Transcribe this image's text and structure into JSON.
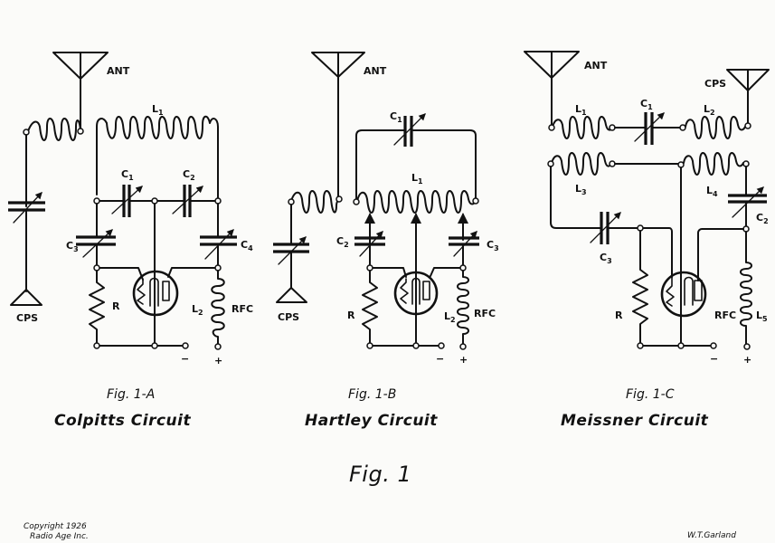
{
  "figure": {
    "main_caption": "Fig. 1",
    "copyright_line1": "Copyright 1926",
    "copyright_line2": "Radio Age Inc.",
    "author": "W.T.Garland"
  },
  "circuits": [
    {
      "id": "colpitts",
      "fig_label": "Fig. 1-A",
      "title": "Colpitts Circuit",
      "labels": {
        "ant": "ANT",
        "cps": "CPS",
        "l1": "L",
        "l1_sub": "1",
        "c1": "C",
        "c1_sub": "1",
        "c2": "C",
        "c2_sub": "2",
        "c3": "C",
        "c3_sub": "3",
        "c4": "C",
        "c4_sub": "4",
        "r": "R",
        "l2": "L",
        "l2_sub": "2",
        "rfc": "RFC",
        "minus": "−",
        "plus": "+"
      }
    },
    {
      "id": "hartley",
      "fig_label": "Fig. 1-B",
      "title": "Hartley Circuit",
      "labels": {
        "ant": "ANT",
        "cps": "CPS",
        "l1": "L",
        "l1_sub": "1",
        "c1": "C",
        "c1_sub": "1",
        "c2": "C",
        "c2_sub": "2",
        "c3": "C",
        "c3_sub": "3",
        "r": "R",
        "l2": "L",
        "l2_sub": "2",
        "rfc": "RFC",
        "minus": "−",
        "plus": "+"
      }
    },
    {
      "id": "meissner",
      "fig_label": "Fig. 1-C",
      "title": "Meissner Circuit",
      "labels": {
        "ant": "ANT",
        "cps": "CPS",
        "l1": "L",
        "l1_sub": "1",
        "c1": "C",
        "c1_sub": "1",
        "l2": "L",
        "l2_sub": "2",
        "l3": "L",
        "l3_sub": "3",
        "l4": "L",
        "l4_sub": "4",
        "c2": "C",
        "c2_sub": "2",
        "c3": "C",
        "c3_sub": "3",
        "r": "R",
        "rfc": "RFC",
        "l5": "L",
        "l5_sub": "5",
        "minus": "−",
        "plus": "+"
      }
    }
  ]
}
